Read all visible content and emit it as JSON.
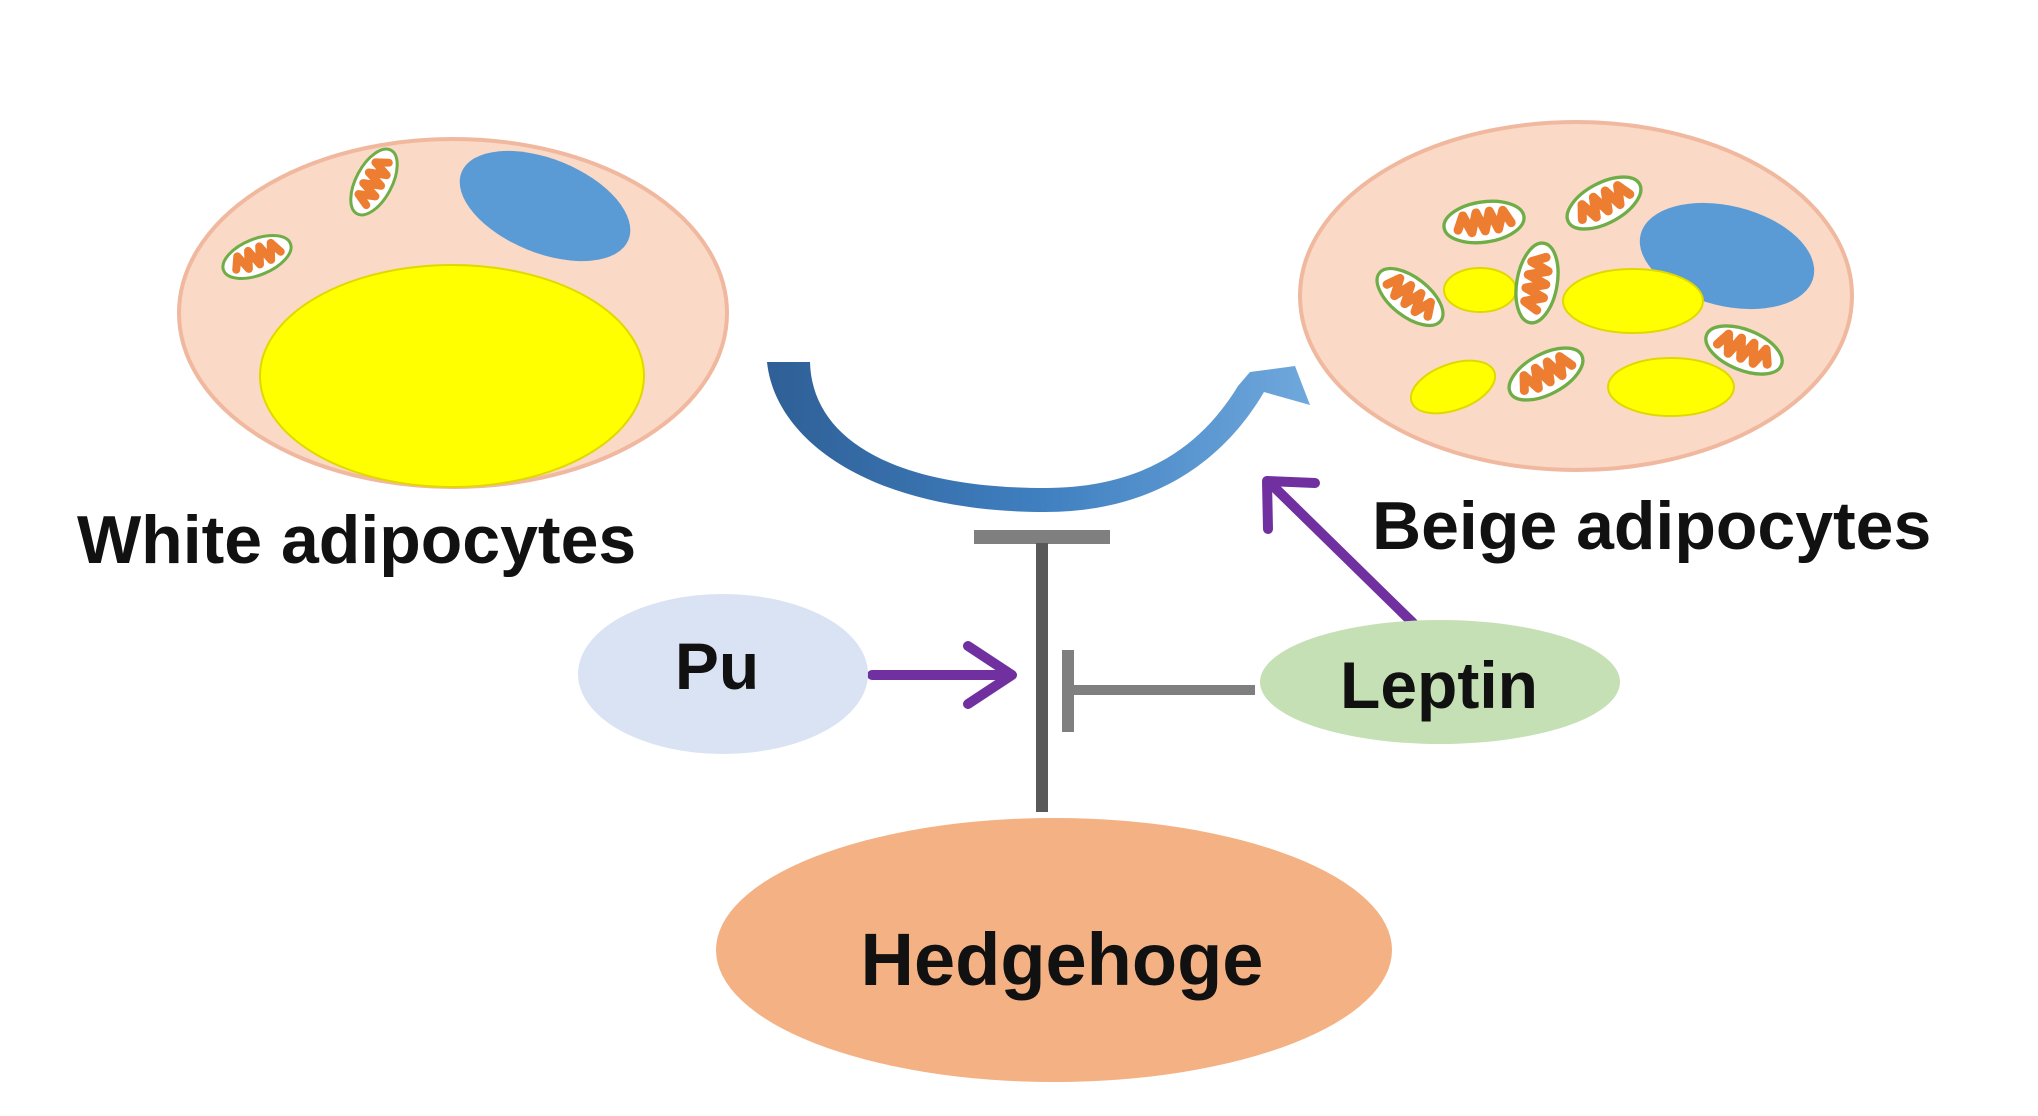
{
  "cells": {
    "white": {
      "label": "White adipocytes"
    },
    "beige": {
      "label": "Beige adipocytes"
    }
  },
  "nodes": {
    "pu": {
      "label": "Pu"
    },
    "leptin": {
      "label": "Leptin"
    },
    "hedgehog": {
      "label": "Hedgehoge"
    }
  },
  "colors": {
    "cytoplasm": "#fad9c6",
    "cell_border": "#f0b89e",
    "lipid": "#ffff00",
    "nucleus": "#5b9bd5",
    "mito_fill": "#ffffff",
    "mito_border": "#70ad47",
    "cristae": "#ed7d31",
    "curve_arrow": "#4f8fcf",
    "inhibition": "#7f7f7f",
    "activation": "#7030a0",
    "pu_node": "#dae3f3",
    "leptin_node": "#c5e0b4",
    "hedgehog_node": "#f4b183"
  },
  "icons": [
    "mitochondrion-icon",
    "curved-arrow-icon",
    "activation-arrow-icon",
    "inhibition-bar-icon"
  ]
}
